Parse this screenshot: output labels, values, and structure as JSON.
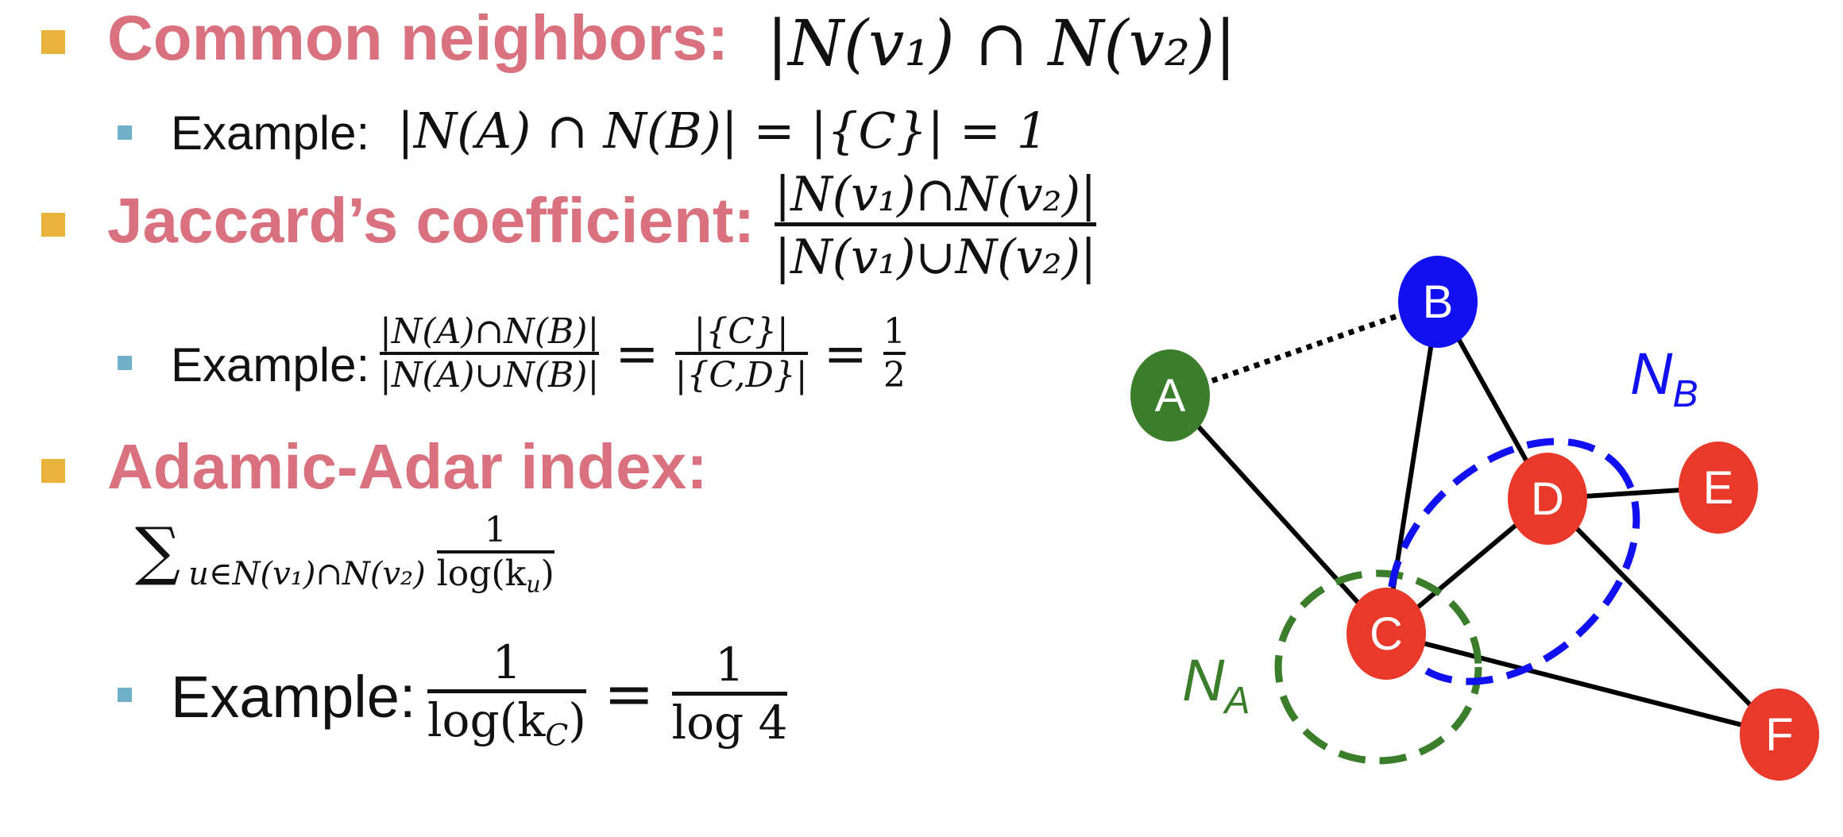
{
  "sections": {
    "common": {
      "title": "Common neighbors:",
      "formula": "|N(v₁) ∩ N(v₂)|",
      "example_label": "Example:",
      "example_formula": "|N(A) ∩ N(B)| = |{C}| = 1"
    },
    "jaccard": {
      "title": "Jaccard’s coefficient:",
      "formula_num": "|N(v₁)∩N(v₂)|",
      "formula_den": "|N(v₁)∪N(v₂)|",
      "example_label": "Example:",
      "ex_frac1_num": "|N(A)∩N(B)|",
      "ex_frac1_den": "|N(A)∪N(B)|",
      "ex_frac2_num": "|{C}|",
      "ex_frac2_den": "|{C,D}|",
      "ex_frac3_num": "1",
      "ex_frac3_den": "2",
      "equals": "="
    },
    "adamic": {
      "title": "Adamic-Adar index:",
      "sum_symbol": "∑",
      "sum_sub": "u∈N(v₁)∩N(v₂)",
      "frac_num": "1",
      "frac_den": "log(k",
      "frac_den_sub": "u",
      "frac_den_close": ")",
      "example_label": "Example:",
      "ex_frac1_num": "1",
      "ex_frac1_den": "log(k",
      "ex_frac1_den_sub": "C",
      "ex_frac1_den_close": ")",
      "ex_frac2_num": "1",
      "ex_frac2_den": "log 4",
      "equals": "="
    }
  },
  "graph": {
    "nodes": [
      {
        "id": "A",
        "color": "#3a7d2a"
      },
      {
        "id": "B",
        "color": "#1010f0"
      },
      {
        "id": "C",
        "color": "#e8392b"
      },
      {
        "id": "D",
        "color": "#e8392b"
      },
      {
        "id": "E",
        "color": "#e8392b"
      },
      {
        "id": "F",
        "color": "#e8392b"
      }
    ],
    "edges": [
      {
        "from": "A",
        "to": "C",
        "style": "solid"
      },
      {
        "from": "B",
        "to": "C",
        "style": "solid"
      },
      {
        "from": "B",
        "to": "D",
        "style": "solid"
      },
      {
        "from": "C",
        "to": "D",
        "style": "solid"
      },
      {
        "from": "D",
        "to": "E",
        "style": "solid"
      },
      {
        "from": "D",
        "to": "F",
        "style": "solid"
      },
      {
        "from": "C",
        "to": "F",
        "style": "solid"
      },
      {
        "from": "A",
        "to": "B",
        "style": "dotted"
      }
    ],
    "label_na": "N",
    "label_na_sub": "A",
    "label_nb": "N",
    "label_nb_sub": "B",
    "color_na": "#3a7d2a",
    "color_nb": "#1010f0"
  },
  "colors": {
    "heading": "#d9717f",
    "bullet": "#e8b33a",
    "sub_bullet": "#6fb0c8"
  }
}
